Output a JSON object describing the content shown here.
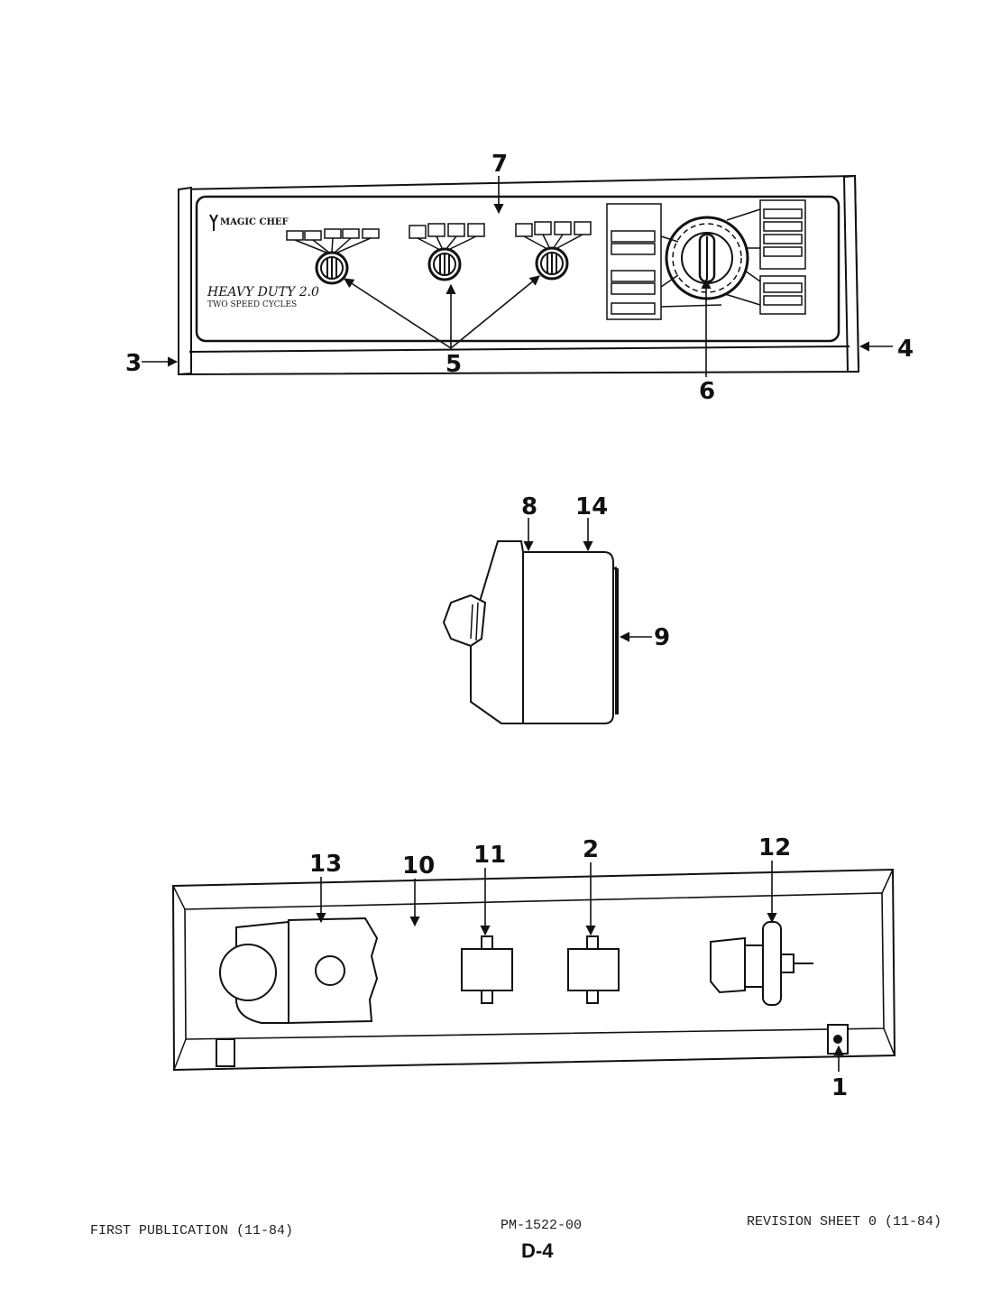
{
  "panel": {
    "brand": "MAGIC CHEF",
    "model_line1": "HEAVY DUTY 2.0",
    "model_line2": "TWO SPEED CYCLES"
  },
  "callouts": {
    "c1": "1",
    "c2": "2",
    "c3": "3",
    "c4": "4",
    "c5": "5",
    "c6": "6",
    "c7": "7",
    "c8": "8",
    "c9": "9",
    "c10": "10",
    "c11": "11",
    "c12": "12",
    "c13": "13",
    "c14": "14"
  },
  "footer": {
    "first_publication": "FIRST PUBLICATION (11-84)",
    "part_number": "PM-1522-00",
    "revision": "REVISION SHEET 0 (11-84)",
    "page_id": "D-4"
  }
}
